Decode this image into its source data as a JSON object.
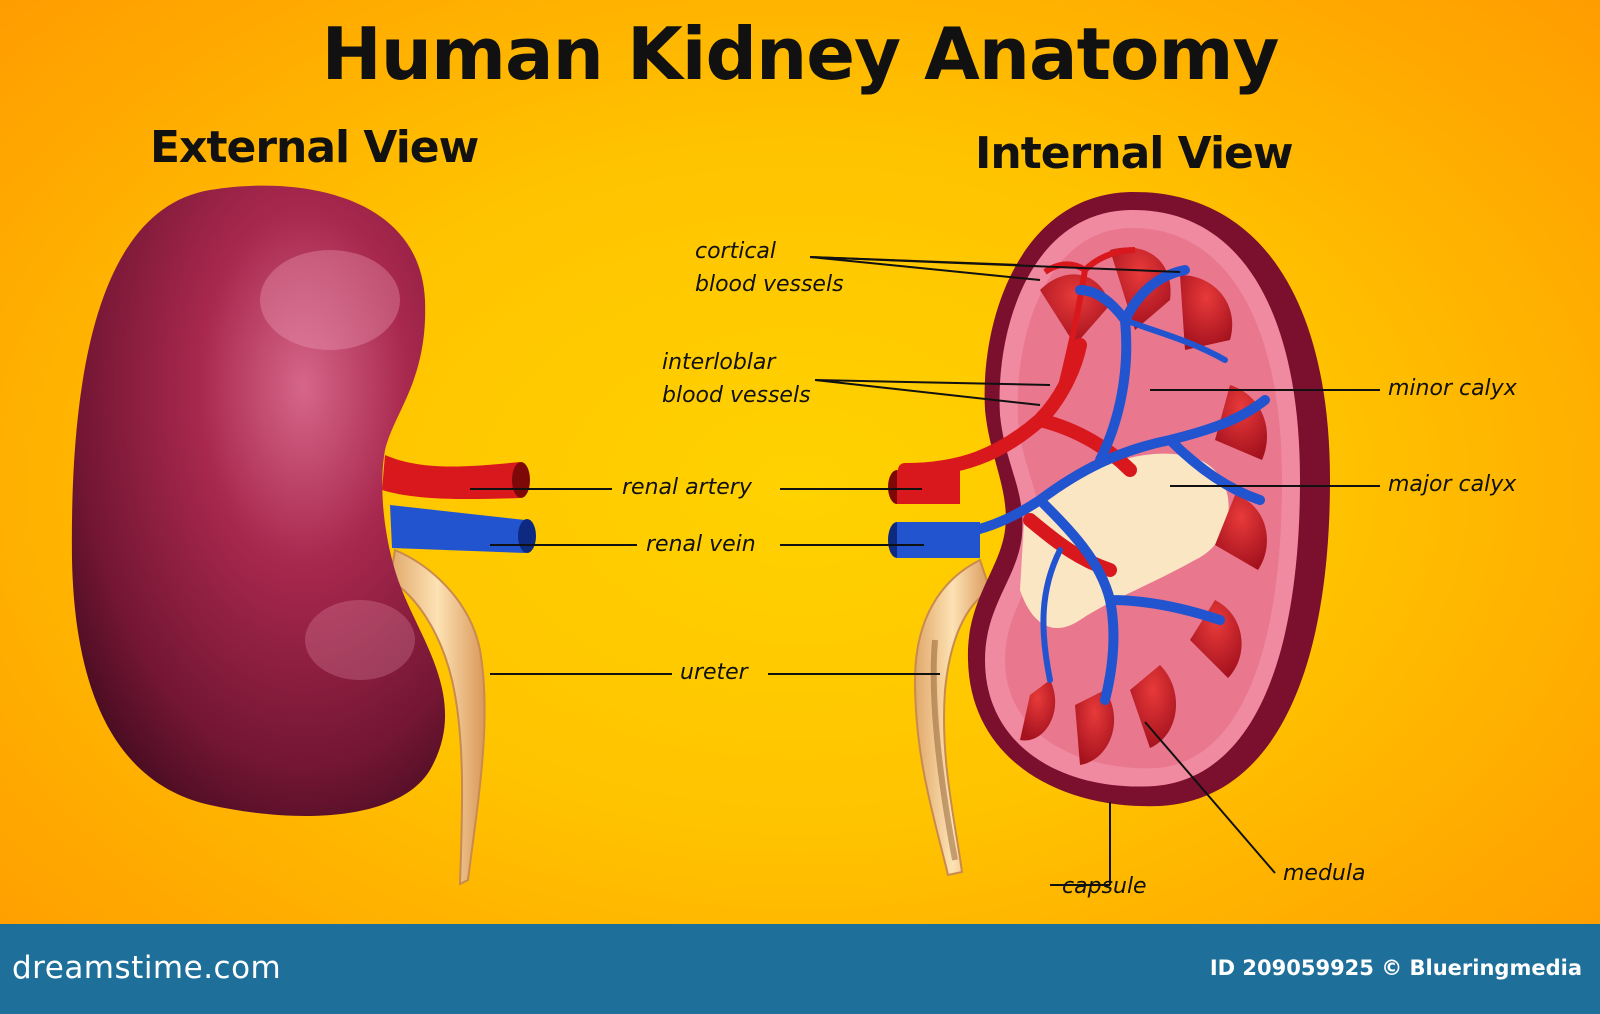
{
  "title": "Human Kidney Anatomy",
  "external_view_title": "External View",
  "internal_view_title": "Internal View",
  "labels": {
    "cortical_line1": "cortical",
    "cortical_line2": "blood vessels",
    "interlobar_line1": "interloblar",
    "interlobar_line2": "blood vessels",
    "minor_calyx": "minor calyx",
    "major_calyx": "major calyx",
    "renal_artery": "renal artery",
    "renal_vein": "renal vein",
    "ureter": "ureter",
    "capsule": "capsule",
    "medula": "medula"
  },
  "footer": {
    "brand": "dreamstime.com",
    "credit": "ID 209059925 © Blueringmedia"
  },
  "colors": {
    "background": "#ffc400",
    "kidney_external": "#8c1c3a",
    "artery": "#d41a1a",
    "vein": "#1f4fc7",
    "ureter": "#f2c88c",
    "footer": "#1e6f9a"
  }
}
